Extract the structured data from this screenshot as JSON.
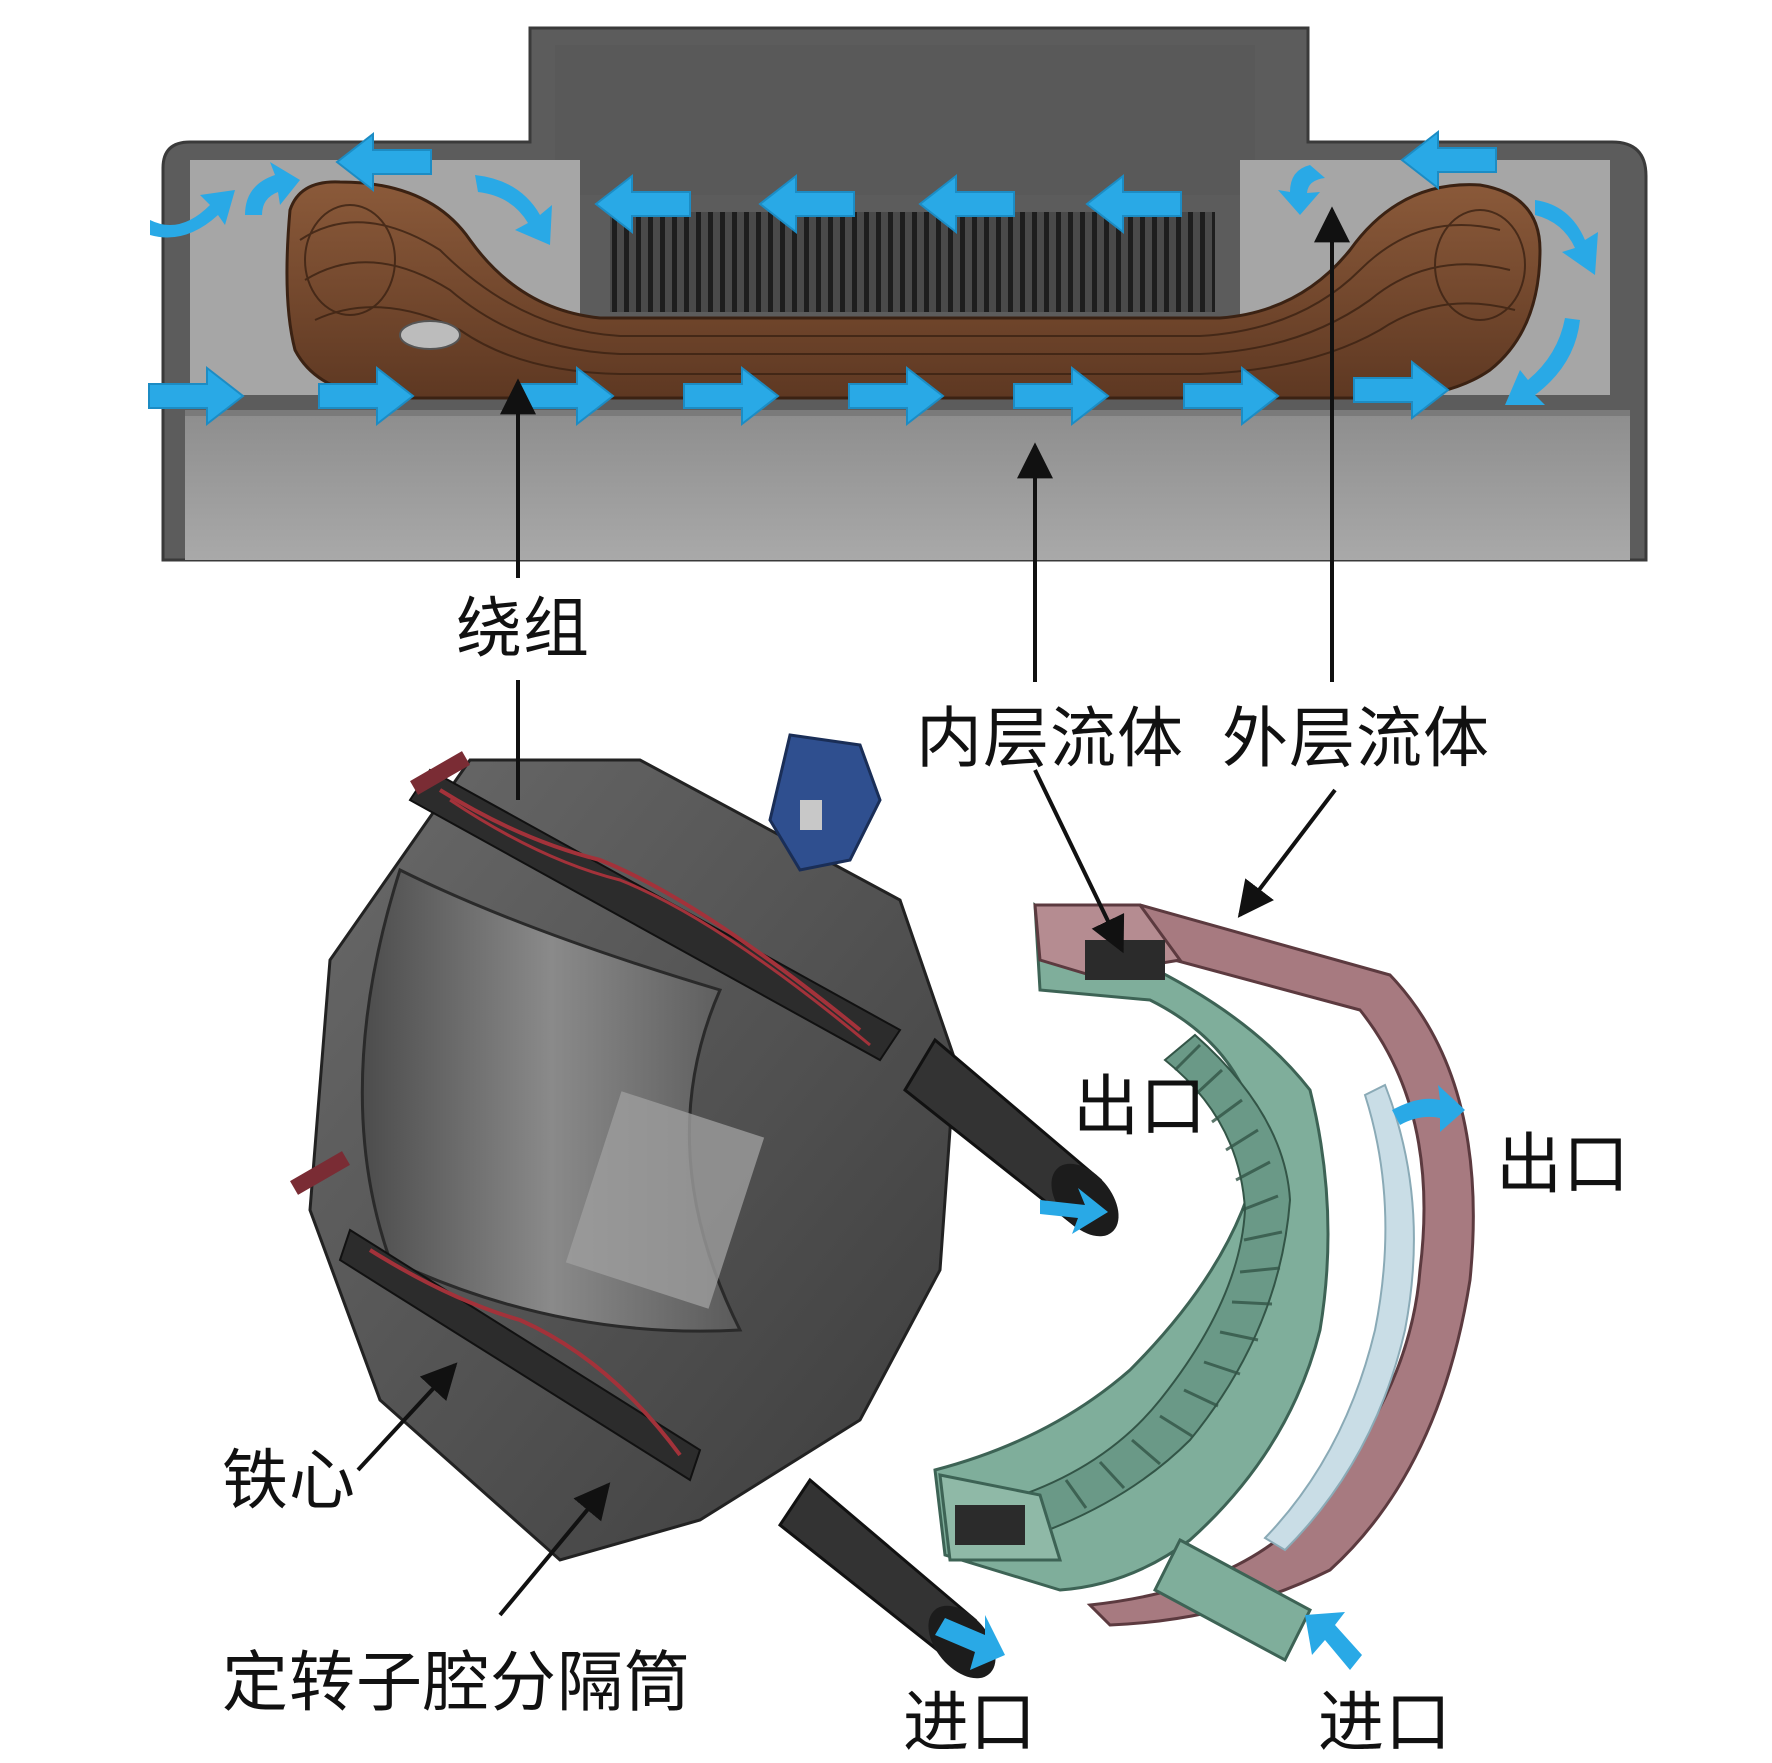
{
  "labels": {
    "winding": "绕组",
    "inner_fluid": "内层流体",
    "outer_fluid": "外层流体",
    "outlet_left": "出口",
    "outlet_right": "出口",
    "iron_core": "铁心",
    "sleeve": "定转子腔分隔筒",
    "inlet_left": "进口",
    "inlet_right": "进口"
  },
  "colors": {
    "housing_dark": "#585858",
    "housing_light": "#9a9a9a",
    "winding_copper": "#7a4a2e",
    "flow_arrow": "#29a9e6",
    "jacket_green": "#7fae9b",
    "jacket_maroon": "#a87a80",
    "leader_line": "#111111"
  }
}
